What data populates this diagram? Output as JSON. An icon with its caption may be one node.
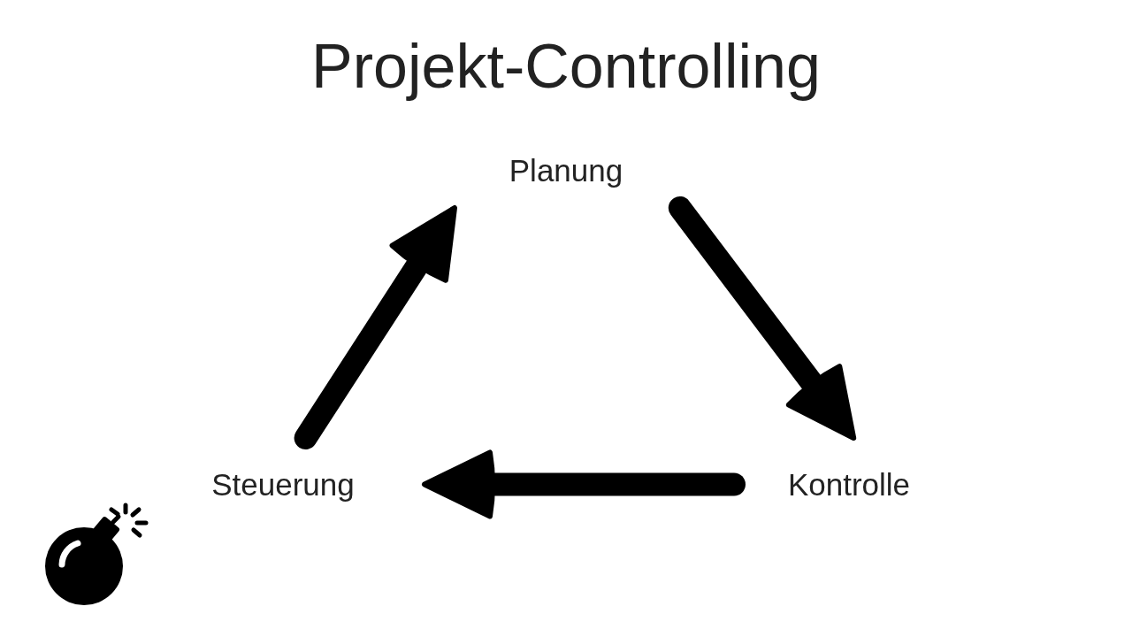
{
  "diagram": {
    "title": "Projekt-Controlling",
    "nodes": [
      {
        "text": [
          "Planung"
        ]
      },
      {
        "text": [
          "Kontrolle"
        ]
      },
      {
        "text": [
          "Steuerung"
        ]
      }
    ],
    "edges": [
      {
        "from": 0,
        "to": 1,
        "arrow": "to"
      },
      {
        "from": 1,
        "to": 2,
        "arrow": "to"
      },
      {
        "from": 2,
        "to": 0,
        "arrow": "to"
      }
    ]
  }
}
